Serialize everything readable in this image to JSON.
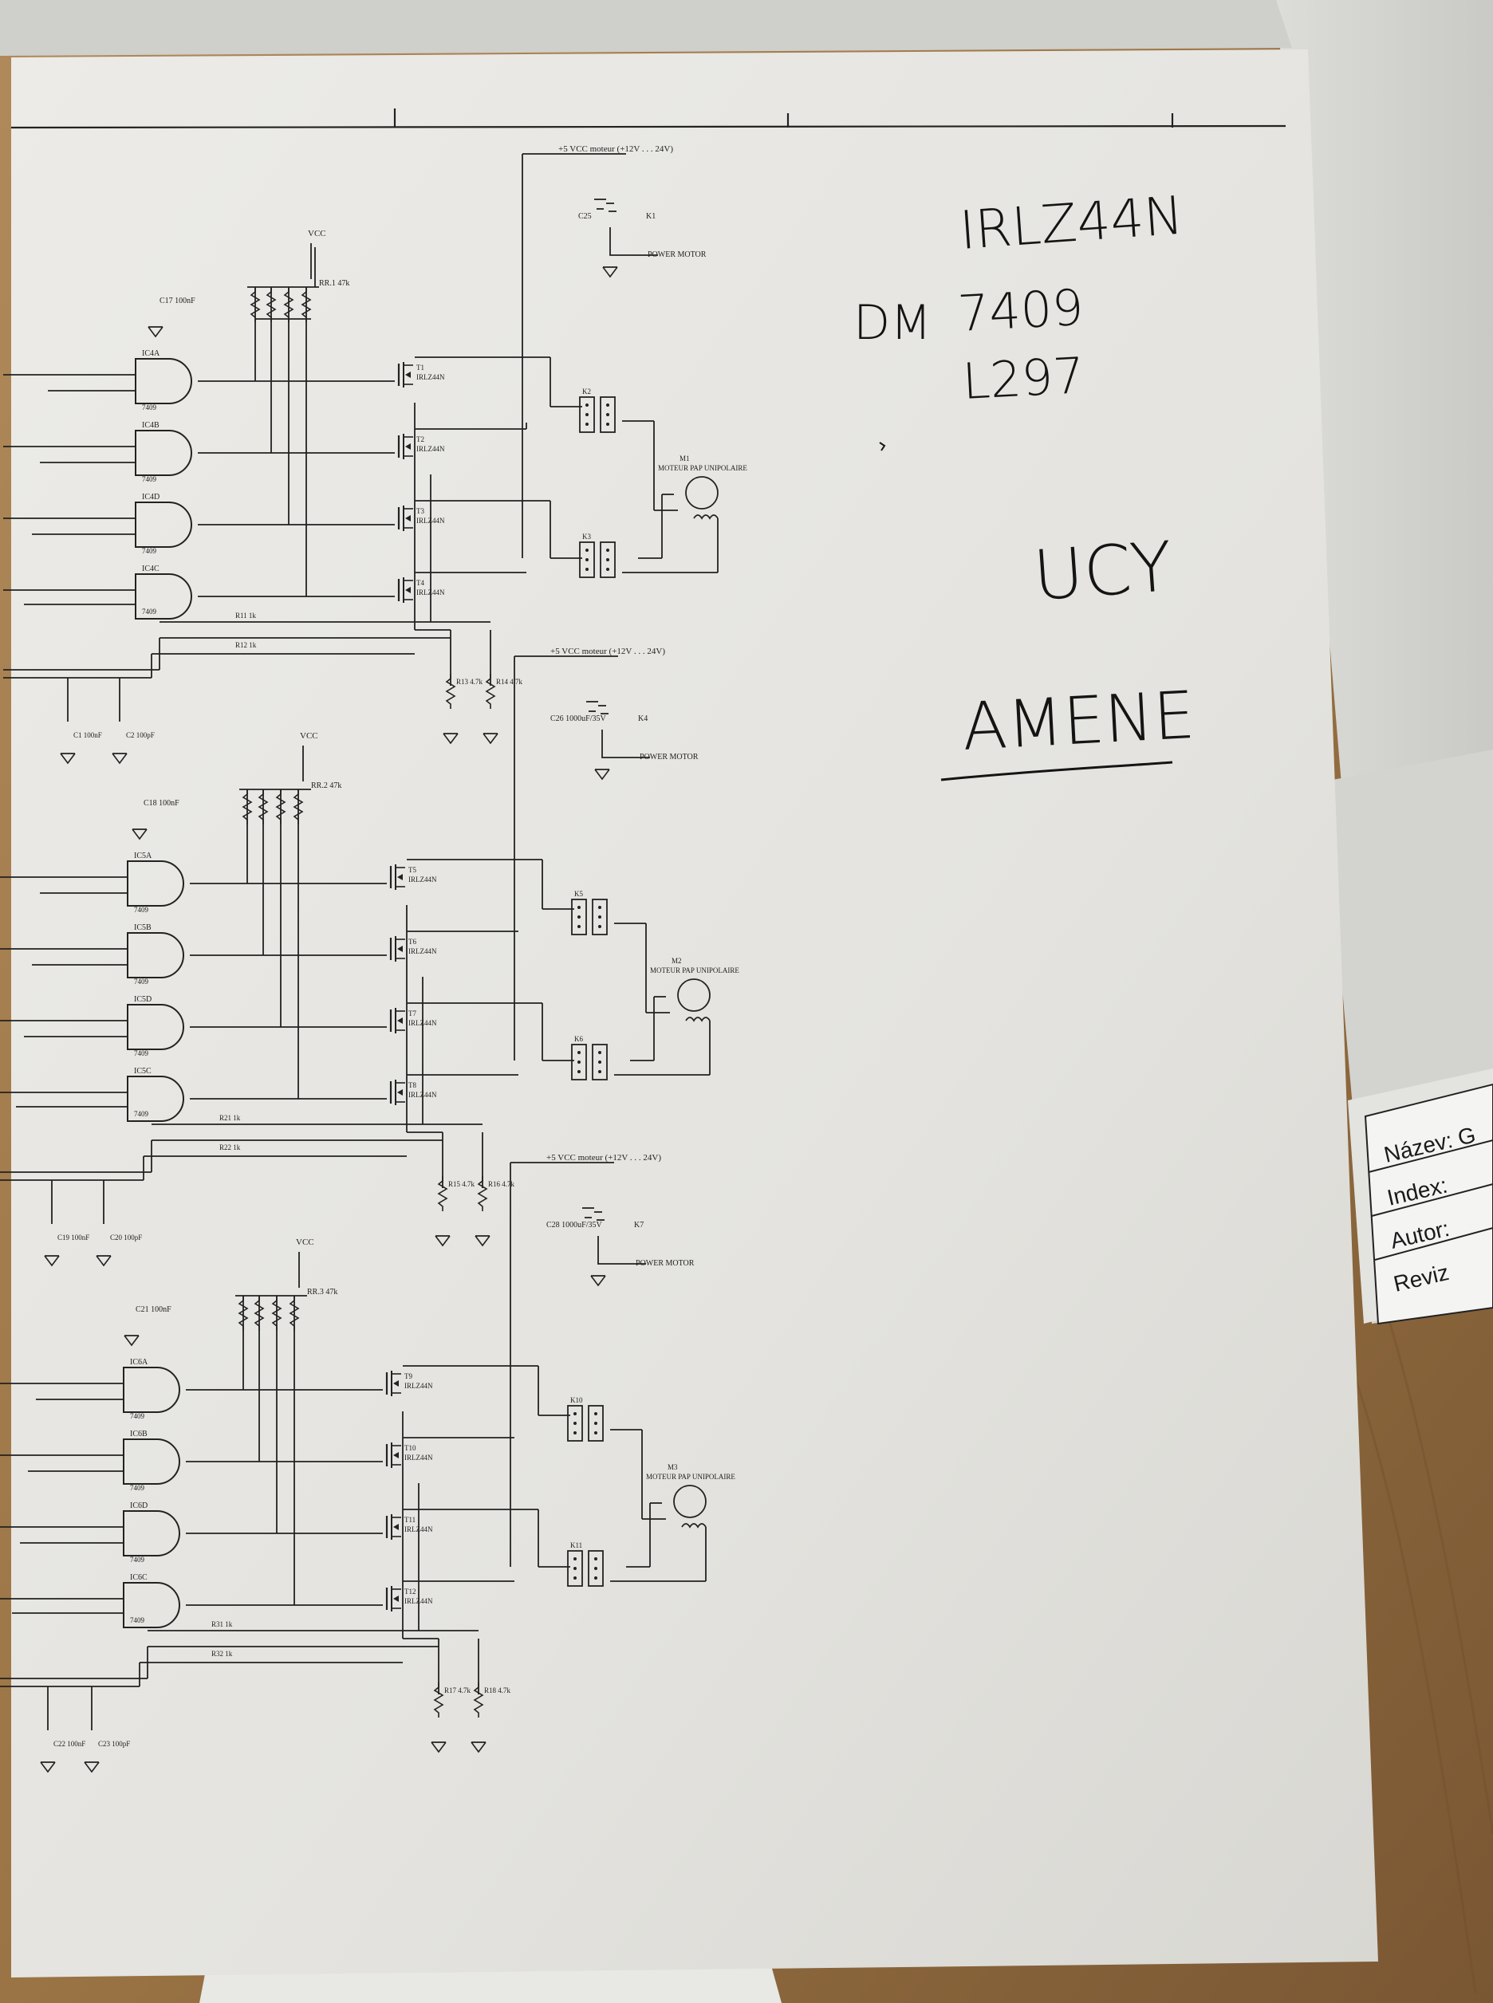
{
  "handwritten_notes": [
    {
      "id": "part-irlz44n",
      "text": "IRLZ44N"
    },
    {
      "id": "part-dm",
      "text": "DM"
    },
    {
      "id": "part-7409",
      "text": "7409"
    },
    {
      "id": "part-l297",
      "text": "L297"
    },
    {
      "id": "note-ucy",
      "text": "UCY"
    },
    {
      "id": "note-amene",
      "text": "AMENE"
    }
  ],
  "stages": [
    {
      "power_net": "+5 VCC moteur (+12V . . . 24V)",
      "supply": "VCC",
      "pullup": "RR.1  47k",
      "cap_top": "C17  100nF",
      "cap_power": "C25",
      "power_connector": "K1",
      "power_label": "POWER MOTOR",
      "gates": [
        {
          "ref": "IC4A",
          "part": "7409"
        },
        {
          "ref": "IC4B",
          "part": "7409"
        },
        {
          "ref": "IC4D",
          "part": "7409"
        },
        {
          "ref": "IC4C",
          "part": "7409"
        }
      ],
      "mosfets": [
        {
          "ref": "T1",
          "part": "IRLZ44N"
        },
        {
          "ref": "T2",
          "part": "IRLZ44N"
        },
        {
          "ref": "T3",
          "part": "IRLZ44N"
        },
        {
          "ref": "T4",
          "part": "IRLZ44N"
        }
      ],
      "connectors": [
        "K2",
        "K3"
      ],
      "motor_ref": "M1",
      "motor_label": "MOTEUR PAP UNIPOLAIRE",
      "sense_resistors": [
        "R13  4.7k",
        "R14  4.7k"
      ],
      "res_a": "R11  1k",
      "res_b": "R12  1k",
      "cap_bottom_a": "C1  100nF",
      "cap_bottom_b": "C2  100pF"
    },
    {
      "power_net": "+5 VCC moteur (+12V . . . 24V)",
      "supply": "VCC",
      "pullup": "RR.2  47k",
      "cap_top": "C18  100nF",
      "cap_power": "C26  1000uF/35V",
      "power_connector": "K4",
      "power_label": "POWER MOTOR",
      "gates": [
        {
          "ref": "IC5A",
          "part": "7409"
        },
        {
          "ref": "IC5B",
          "part": "7409"
        },
        {
          "ref": "IC5D",
          "part": "7409"
        },
        {
          "ref": "IC5C",
          "part": "7409"
        }
      ],
      "mosfets": [
        {
          "ref": "T5",
          "part": "IRLZ44N"
        },
        {
          "ref": "T6",
          "part": "IRLZ44N"
        },
        {
          "ref": "T7",
          "part": "IRLZ44N"
        },
        {
          "ref": "T8",
          "part": "IRLZ44N"
        }
      ],
      "connectors": [
        "K5",
        "K6"
      ],
      "motor_ref": "M2",
      "motor_label": "MOTEUR PAP UNIPOLAIRE",
      "sense_resistors": [
        "R15  4.7k",
        "R16  4.7k"
      ],
      "res_a": "R21  1k",
      "res_b": "R22  1k",
      "cap_bottom_a": "C19  100nF",
      "cap_bottom_b": "C20  100pF"
    },
    {
      "power_net": "+5 VCC moteur (+12V . . . 24V)",
      "supply": "VCC",
      "pullup": "RR.3  47k",
      "cap_top": "C21  100nF",
      "cap_power": "C28  1000uF/35V",
      "power_connector": "K7",
      "power_label": "POWER MOTOR",
      "gates": [
        {
          "ref": "IC6A",
          "part": "7409"
        },
        {
          "ref": "IC6B",
          "part": "7409"
        },
        {
          "ref": "IC6D",
          "part": "7409"
        },
        {
          "ref": "IC6C",
          "part": "7409"
        }
      ],
      "mosfets": [
        {
          "ref": "T9",
          "part": "IRLZ44N"
        },
        {
          "ref": "T10",
          "part": "IRLZ44N"
        },
        {
          "ref": "T11",
          "part": "IRLZ44N"
        },
        {
          "ref": "T12",
          "part": "IRLZ44N"
        }
      ],
      "connectors": [
        "K10",
        "K11"
      ],
      "motor_ref": "M3",
      "motor_label": "MOTEUR PAP UNIPOLAIRE",
      "sense_resistors": [
        "R17  4.7k",
        "R18  4.7k"
      ],
      "res_a": "R31  1k",
      "res_b": "R32  1k",
      "cap_bottom_a": "C22  100nF",
      "cap_bottom_b": "C23  100pF"
    }
  ],
  "title_block": {
    "rows": [
      "Název: G",
      "Index:",
      "Autor:",
      "Reviz"
    ]
  }
}
